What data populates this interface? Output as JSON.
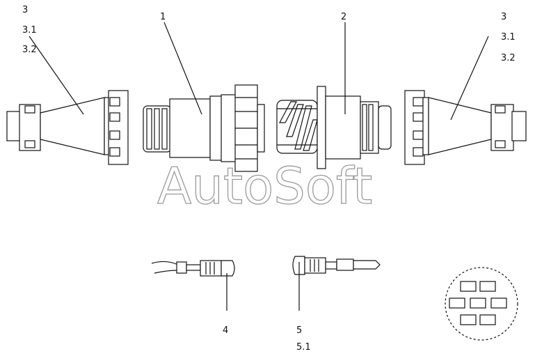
{
  "labels": {
    "left_connector": [
      "3",
      "3.1",
      "3.2"
    ],
    "right_connector": [
      "3",
      "3.1",
      "3.2"
    ],
    "plug_body": "1",
    "socket_body": "2",
    "male_terminal": "4",
    "female_terminal": [
      "5",
      "5.1"
    ]
  },
  "watermark": "AutoSoft",
  "colors": {
    "line": "#111111",
    "watermark_outline": "#9a9a9a",
    "background": "#ffffff"
  }
}
